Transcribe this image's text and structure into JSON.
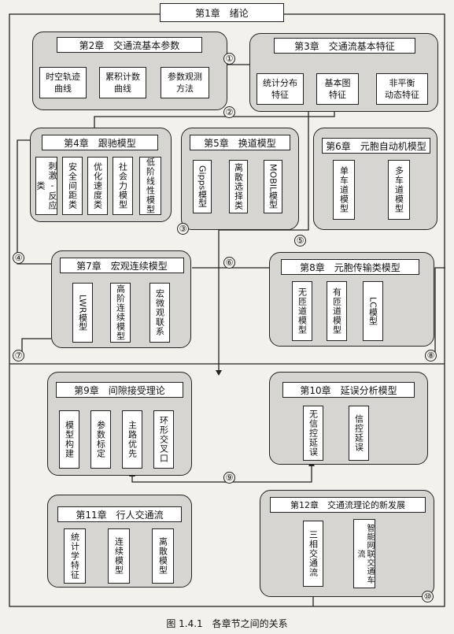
{
  "ch1": {
    "title": "第1章　绪论"
  },
  "ch2": {
    "title": "第2章　交通流基本参数",
    "items": [
      "时空轨迹\n曲线",
      "累积计数\n曲线",
      "参数观测\n方法"
    ]
  },
  "ch3": {
    "title": "第3章　交通流基本特征",
    "items": [
      "统计分布\n特征",
      "基本图\n特征",
      "非平衡\n动态特征"
    ]
  },
  "ch4": {
    "title": "第4章　跟驰模型",
    "items": [
      "刺激-反应类",
      "安全间距类",
      "优化速度类",
      "社会力模型",
      "低阶线性模型"
    ]
  },
  "ch5": {
    "title": "第5章　换道模型",
    "items": [
      "Gipps模型",
      "离散选择类",
      "MOBIL模型"
    ]
  },
  "ch6": {
    "title": "第6章　元胞自动机模型",
    "items": [
      "单车道模型",
      "多车道模型"
    ]
  },
  "ch7": {
    "title": "第7章　宏观连续模型",
    "items": [
      "LWR模型",
      "高阶连续模型",
      "宏微观联系"
    ]
  },
  "ch8": {
    "title": "第8章　元胞传输类模型",
    "items": [
      "无匝道模型",
      "有匝道模型",
      "LC模型"
    ]
  },
  "ch9": {
    "title": "第9章　间隙接受理论",
    "items": [
      "模型构建",
      "参数标定",
      "主路优先",
      "环形交叉口"
    ]
  },
  "ch10": {
    "title": "第10章　延误分析模型",
    "items": [
      "无信控延误",
      "信控延误"
    ]
  },
  "ch11": {
    "title": "第11章　行人交通流",
    "items": [
      "统计学特征",
      "连续模型",
      "离散模型"
    ]
  },
  "ch12": {
    "title": "第12章　交通流理论的新发展",
    "items": [
      "三相交通流",
      "智能网联交通车流"
    ]
  },
  "markers": [
    "①",
    "②",
    "③",
    "④",
    "⑤",
    "⑥",
    "⑦",
    "⑧",
    "⑨",
    "⑩"
  ],
  "caption": "图 1.4.1　各章节之间的关系"
}
